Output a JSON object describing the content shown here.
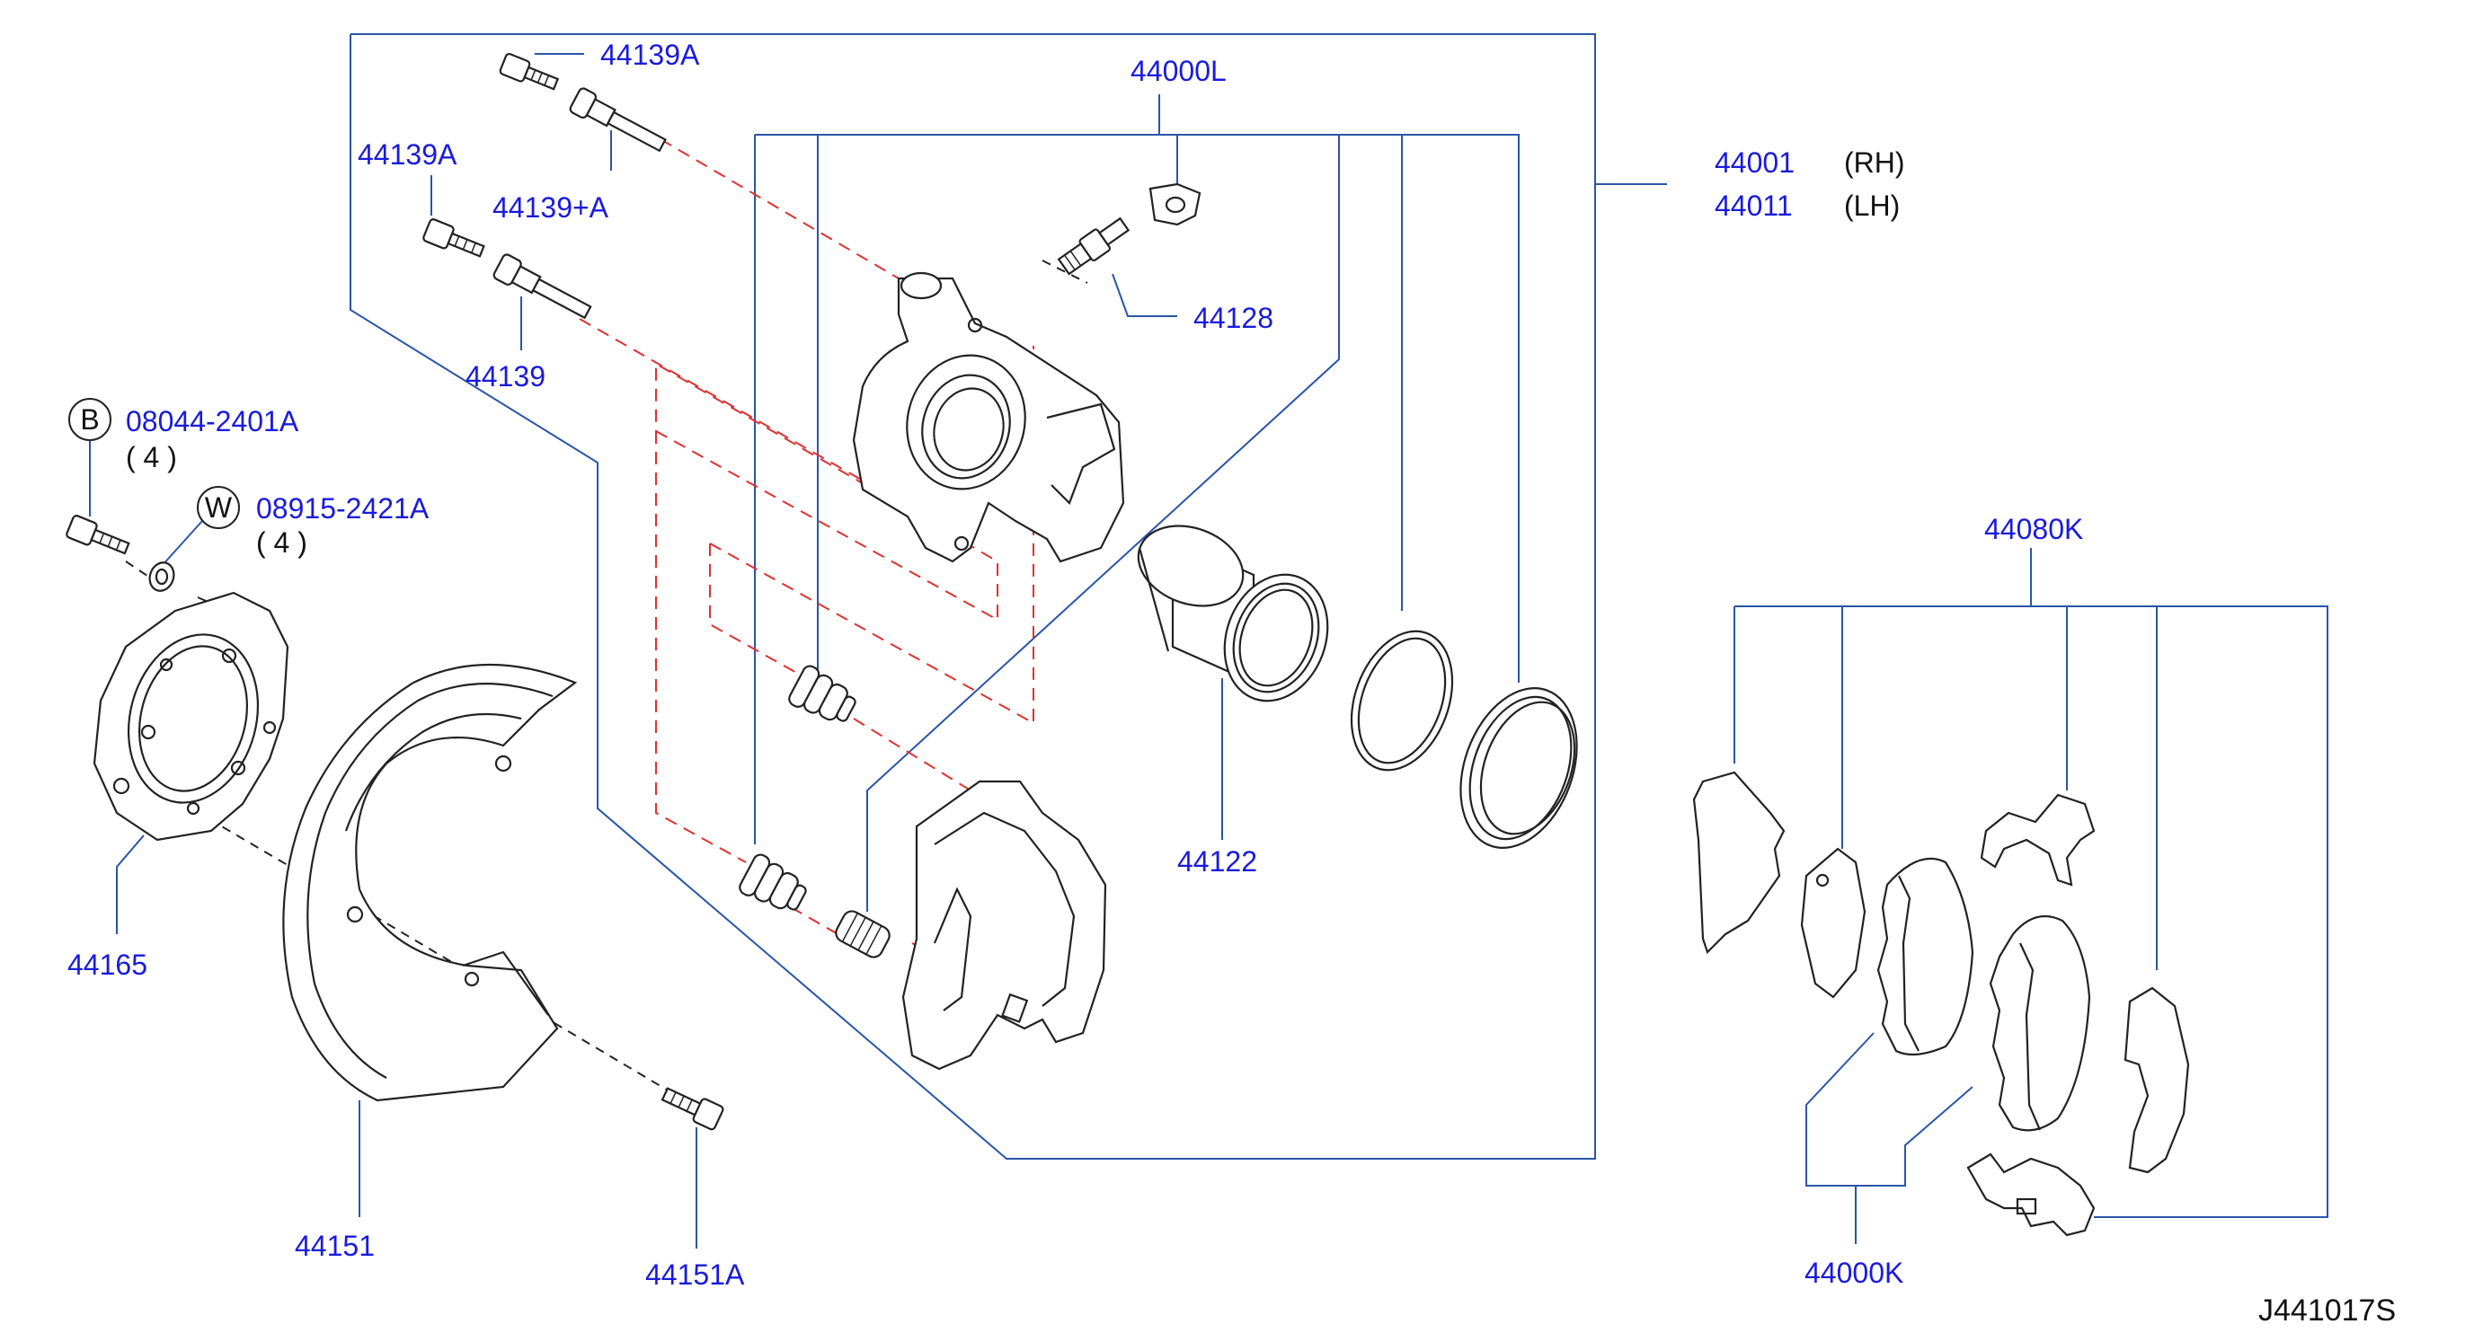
{
  "labels": {
    "p44139a_top": "44139A",
    "p44139a_left": "44139A",
    "p44139_plus_a": "44139+A",
    "p44139": "44139",
    "p44000l": "44000L",
    "p44128": "44128",
    "p44001": "44001",
    "p44001_side": "(RH)",
    "p44011": "44011",
    "p44011_side": "(LH)",
    "p08044": "08044-2401A",
    "p08044_circle": "B",
    "p08044_qty": "( 4 )",
    "p08915": "08915-2421A",
    "p08915_circle": "W",
    "p08915_qty": "( 4 )",
    "p44165": "44165",
    "p44151": "44151",
    "p44151a": "44151A",
    "p44122": "44122",
    "p44080k": "44080K",
    "p44000k": "44000K",
    "drawing_ref": "J441017S"
  },
  "colors": {
    "label_blue": "#1a1adc",
    "leader_blue": "#2a55a8",
    "dashed_red": "#e03030",
    "line_black": "#222222"
  }
}
